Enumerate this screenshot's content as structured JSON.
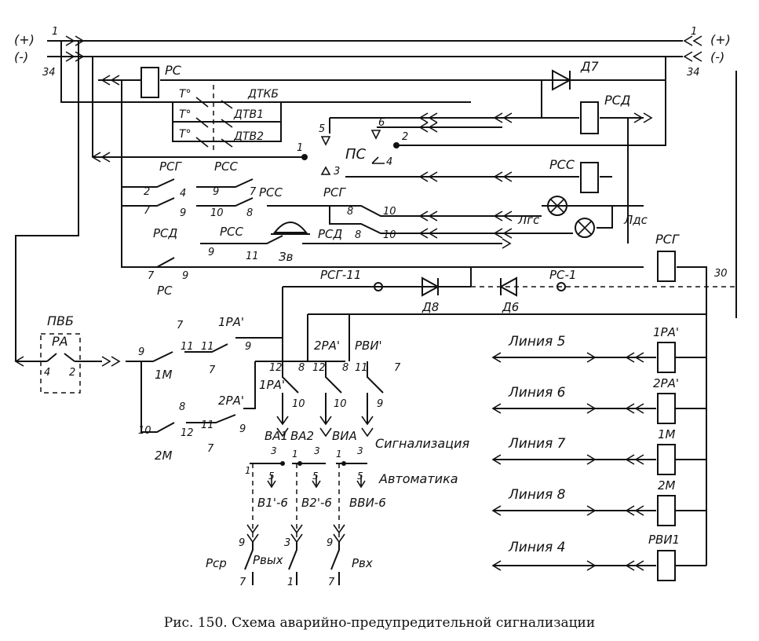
{
  "bus": {
    "plus": "(+)",
    "minus": "(-)",
    "n1": "1",
    "n34": "34"
  },
  "relays": {
    "rs": "РС",
    "rsd": "РСД",
    "rss": "РСС",
    "rsg": "РСГ",
    "pvb": "ПВБ",
    "ra": "РА",
    "pdots": "ПС",
    "zv": "Зв"
  },
  "sensors": {
    "t1": "Т°",
    "dtkb": "ДТКБ",
    "dtv1": "ДТВ1",
    "dtv2": "ДТВ2"
  },
  "diodes": {
    "d7": "Д7",
    "d8": "Д8",
    "d6": "Д6",
    "rsg11": "РСГ-11",
    "rs1": "РС-1",
    "n30": "30"
  },
  "lamps": {
    "lgs": "Лгс",
    "lds": "Лдс"
  },
  "contacts": {
    "m1": "1М",
    "m2": "2М",
    "ra1": "1РА'",
    "ra2": "2РА'",
    "rvi": "РВИ'",
    "ra1b": "1РА'",
    "ra2b": "2РА'",
    "m1b": "1М",
    "m2b": "2М",
    "rvi1": "РВИ1"
  },
  "lines": [
    "Линия 5",
    "Линия 6",
    "Линия 7",
    "Линия 8",
    "Линия 4"
  ],
  "switches": {
    "va1": "ВА1",
    "va2": "ВА2",
    "via": "ВИА",
    "signal": "Сигнализация",
    "auto": "Автоматика",
    "b16": "В1'-6",
    "b26": "В2'-6",
    "bvi6": "ВВИ-6",
    "rsr": "Рср",
    "rvyh": "Рвых",
    "rvh": "Рвх"
  },
  "caption": "Рис. 150. Схема аварийно-предупредительной сигнализации"
}
